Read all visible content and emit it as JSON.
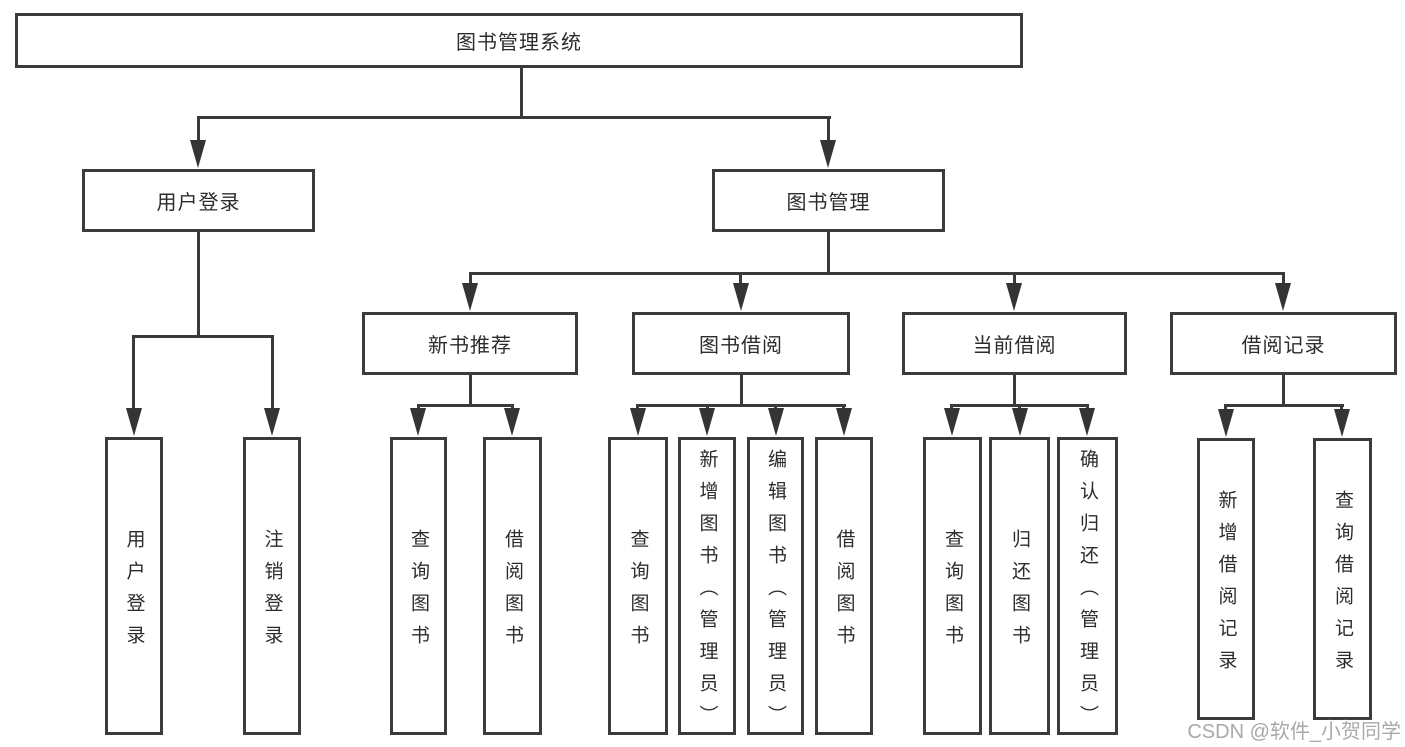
{
  "diagram": {
    "title": "图书管理系统",
    "branches": {
      "user_login": {
        "label": "用户登录",
        "children": [
          "用户登录",
          "注销登录"
        ]
      },
      "book_mgmt": {
        "label": "图书管理",
        "sections": [
          {
            "label": "新书推荐",
            "children": [
              "查询图书",
              "借阅图书"
            ]
          },
          {
            "label": "图书借阅",
            "children": [
              "查询图书",
              "新增图书（管理员）",
              "编辑图书（管理员）",
              "借阅图书"
            ]
          },
          {
            "label": "当前借阅",
            "children": [
              "查询图书",
              "归还图书",
              "确认归还（管理员）"
            ]
          },
          {
            "label": "借阅记录",
            "children": [
              "新增借阅记录",
              "查询借阅记录"
            ]
          }
        ]
      }
    }
  },
  "watermark": {
    "text": "CSDN @软件_小贺同学"
  },
  "colors": {
    "line": "#3a3a3a",
    "text": "#2c2c2c",
    "box_background": "#ffffff",
    "watermark": "#a9a9a9"
  }
}
